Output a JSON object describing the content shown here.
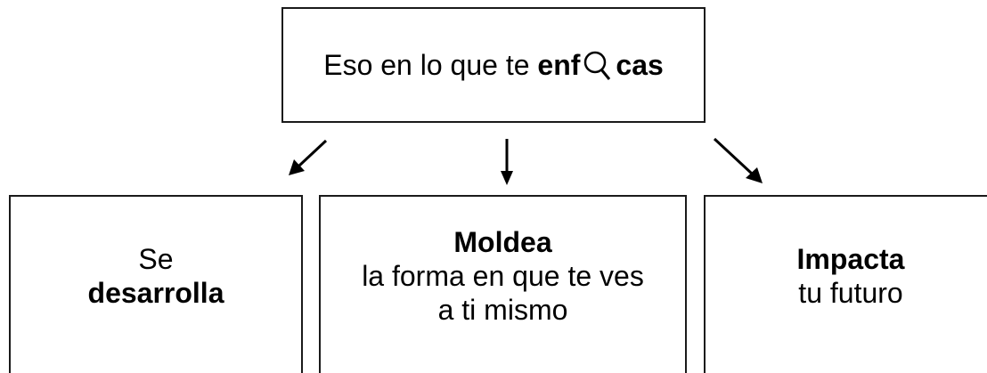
{
  "top": {
    "text_before": "Eso en lo que te",
    "bold_before": "enf",
    "icon": "magnifying-glass-icon",
    "bold_after": "cas"
  },
  "children": [
    {
      "line1": "Se",
      "line2": "desarrolla",
      "line3": ""
    },
    {
      "line1": "Moldea",
      "line2": "la forma en que te ves",
      "line3": "a ti mismo"
    },
    {
      "line1": "Impacta",
      "line2": "tu futuro",
      "line3": ""
    }
  ]
}
